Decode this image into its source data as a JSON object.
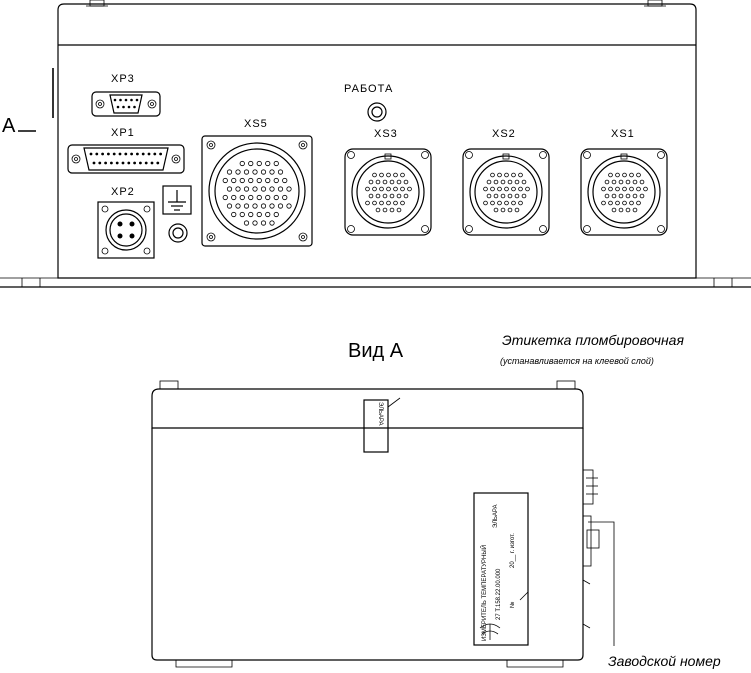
{
  "front_view": {
    "view_marker": "A",
    "connectors": {
      "xp3": "XP3",
      "xp1": "XP1",
      "xp2": "XP2",
      "xs5": "XS5",
      "xs3": "XS3",
      "xs2": "XS2",
      "xs1": "XS1"
    },
    "indicator_label": "РАБОТА"
  },
  "side_view": {
    "title": "Вид А",
    "seal_label": "Этикетка пломбировочная",
    "seal_note": "(устанавливается на клеевой слой)",
    "serial_label": "Заводской номер",
    "seal_stamp": "ЭЛЬАРА",
    "nameplate": {
      "device_name": "ИЗМЕРИТЕЛЬ ТЕМПЕРАТУРНЫЙ",
      "part_number": "27 Т.158.22.00.000",
      "brand": "ЭЛЬАРА",
      "year_text": "20__ г. изгот.",
      "number_text": "№"
    }
  }
}
